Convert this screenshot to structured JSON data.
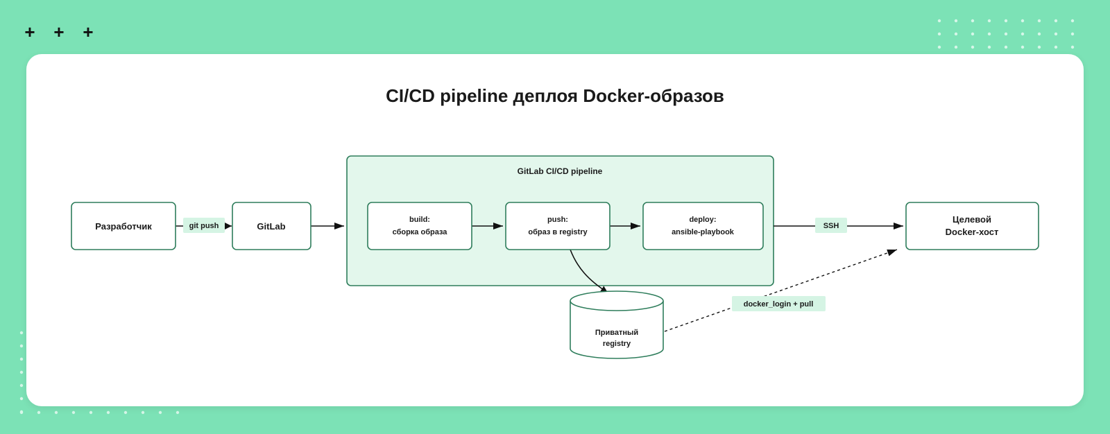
{
  "title": "CI/CD pipeline деплоя Docker-образов",
  "decor": {
    "plus_glyph": "+"
  },
  "colors": {
    "background": "#7ce2b6",
    "card": "#ffffff",
    "node_stroke": "#2e7d5b",
    "group_fill": "#e3f7ec",
    "label_fill": "#d5f4e4",
    "edge": "#111111"
  },
  "group": {
    "label": "GitLab CI/CD pipeline"
  },
  "nodes": {
    "developer": {
      "lines": [
        "Разработчик"
      ]
    },
    "gitlab": {
      "lines": [
        "GitLab"
      ]
    },
    "build": {
      "lines": [
        "build:",
        "сборка образа"
      ]
    },
    "push": {
      "lines": [
        "push:",
        "образ в registry"
      ]
    },
    "deploy": {
      "lines": [
        "deploy:",
        "ansible-playbook"
      ]
    },
    "target": {
      "lines": [
        "Целевой",
        "Docker-хост"
      ]
    },
    "registry": {
      "lines": [
        "Приватный",
        "registry"
      ]
    }
  },
  "edge_labels": {
    "git_push": "git push",
    "ssh": "SSH",
    "docker_login": "docker_login + pull"
  }
}
